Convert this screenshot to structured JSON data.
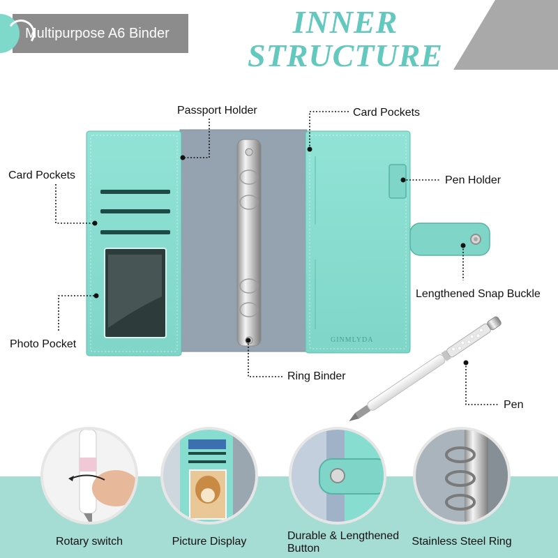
{
  "banner": {
    "label": "Multipurpose A6 Binder"
  },
  "title": {
    "line1": "INNER",
    "line2": "STRUCTURE"
  },
  "brand_imprint": "GINMLYDA",
  "callouts": {
    "passport_holder": "Passport Holder",
    "card_pockets_top": "Card Pockets",
    "card_pockets_left": "Card Pockets",
    "pen_holder": "Pen Holder",
    "lengthened_snap_buckle": "Lengthened Snap Buckle",
    "photo_pocket": "Photo Pocket",
    "ring_binder": "Ring Binder",
    "pen": "Pen"
  },
  "features": {
    "rotary_switch": "Rotary switch",
    "picture_display": "Picture Display",
    "durable_button_line1": "Durable & Lengthened",
    "durable_button_line2": "Button",
    "stainless_steel_ring": "Stainless Steel Ring"
  },
  "colors": {
    "mint": "#86ddd0",
    "mint_dark": "#6cc9bb",
    "inner_grey": "#93a2ae",
    "banner_grey": "#8c8c8c",
    "title_teal": "#63c9bf",
    "bottom_band": "#a5dcd4"
  }
}
